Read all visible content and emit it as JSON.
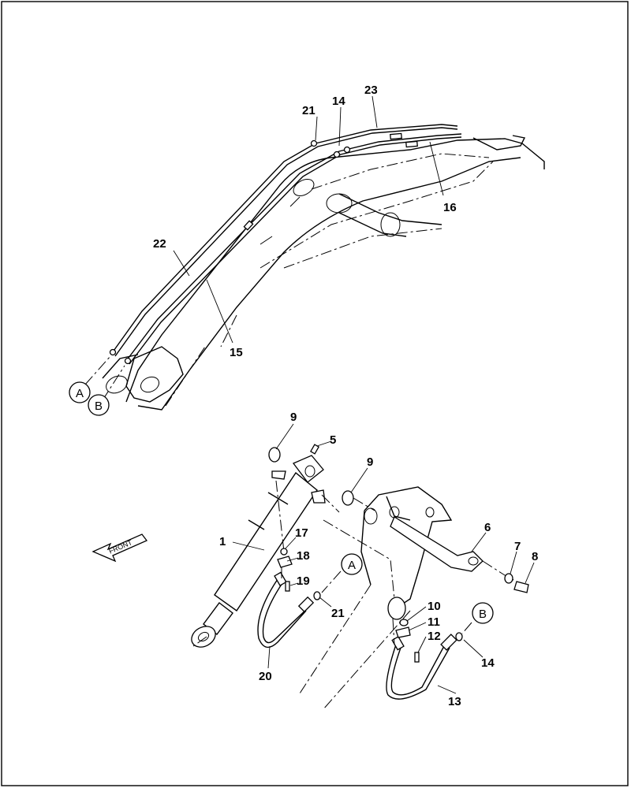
{
  "callouts": {
    "c1": "1",
    "c5": "5",
    "c6": "6",
    "c7": "7",
    "c8": "8",
    "c9a": "9",
    "c9b": "9",
    "c10": "10",
    "c11": "11",
    "c12": "12",
    "c13": "13",
    "c14a": "14",
    "c14b": "14",
    "c15": "15",
    "c16": "16",
    "c17": "17",
    "c18": "18",
    "c19": "19",
    "c20": "20",
    "c21a": "21",
    "c21b": "21",
    "c22": "22",
    "c23": "23"
  },
  "connectors": {
    "a_top": "A",
    "b_top": "B",
    "a_bottom": "A",
    "b_bottom": "B"
  },
  "direction_arrow": {
    "label": "FRONT"
  }
}
